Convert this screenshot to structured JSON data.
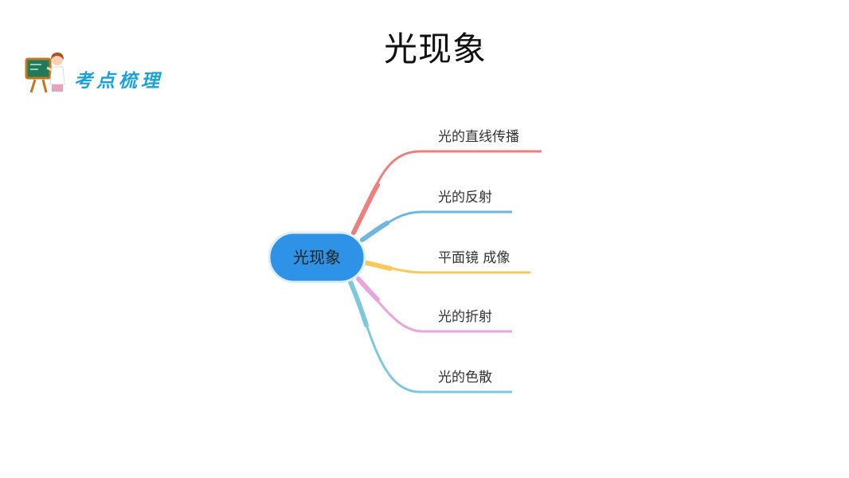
{
  "page": {
    "title": "光现象"
  },
  "badge": {
    "text": "考点梳理"
  },
  "mindmap": {
    "center": {
      "label": "光现象",
      "color": "#2e93e6"
    },
    "branches": [
      {
        "label": "光的直线传播",
        "color": "#ee7f7f"
      },
      {
        "label": "光的反射",
        "color": "#6fb6e3"
      },
      {
        "label": "平面镜 成像",
        "color": "#f7c95a"
      },
      {
        "label": "光的折射",
        "color": "#e8a4dd"
      },
      {
        "label": "光的色散",
        "color": "#7ec8df"
      }
    ]
  }
}
